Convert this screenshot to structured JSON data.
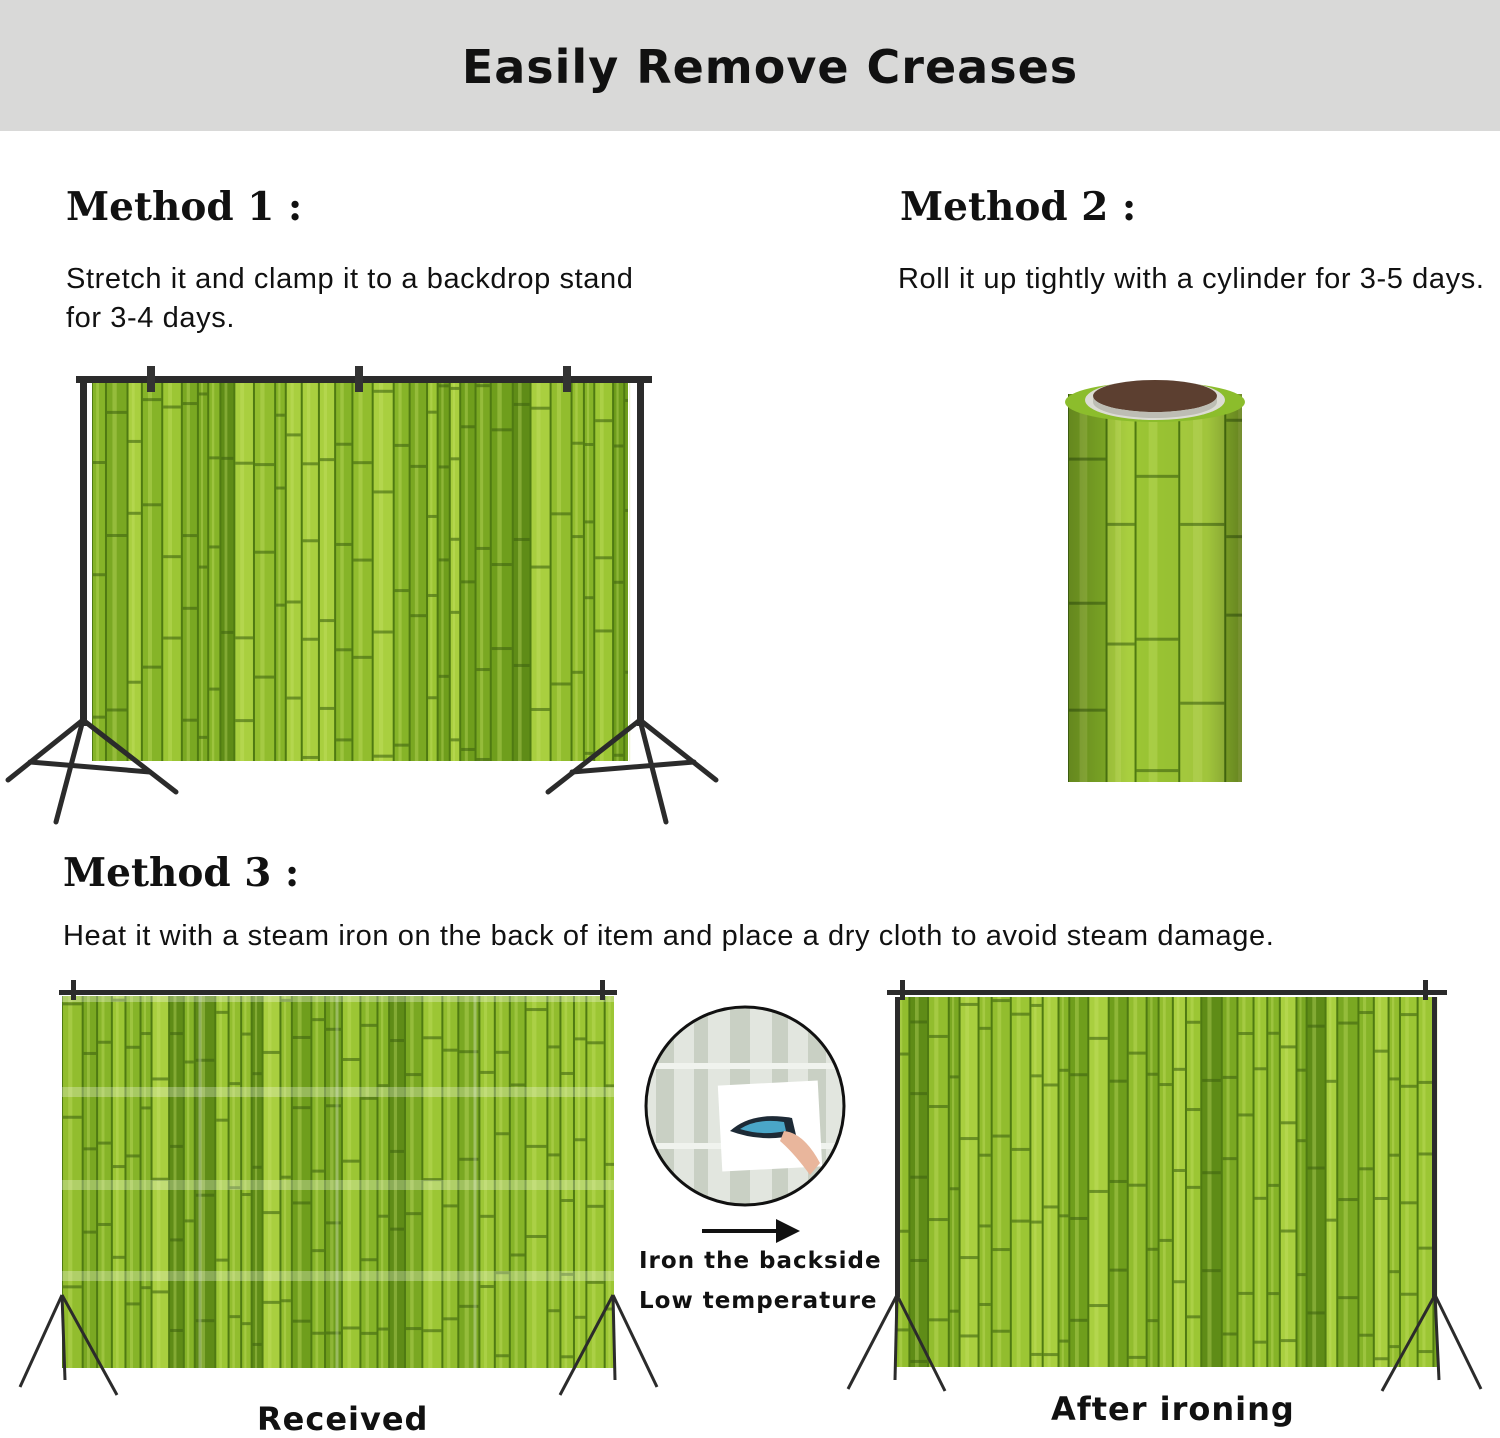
{
  "banner": {
    "title": "Easily Remove Creases"
  },
  "method1": {
    "title": "Method 1 :",
    "description": "Stretch it and clamp it to a backdrop stand for 3-4 days."
  },
  "method2": {
    "title": "Method 2 :",
    "description": "Roll it up tightly with a cylinder for 3-5 days."
  },
  "method3": {
    "title": "Method 3 :",
    "description": "Heat it with a steam iron on the back of item and place a dry cloth to avoid steam damage.",
    "received_label": "Received",
    "iron_backside_label": "Iron the backside",
    "low_temperature_label": "Low temperature",
    "after_ironing_label": "After ironing"
  },
  "colors": {
    "banner_bg": "#d9d9d8",
    "bamboo_green": "#7fae23",
    "bamboo_light": "#b7d84a",
    "stand_metal": "#2b2b2b"
  },
  "icons": [
    "backdrop-stand-icon",
    "rolled-backdrop-icon",
    "steam-iron-icon",
    "arrow-right-icon"
  ]
}
